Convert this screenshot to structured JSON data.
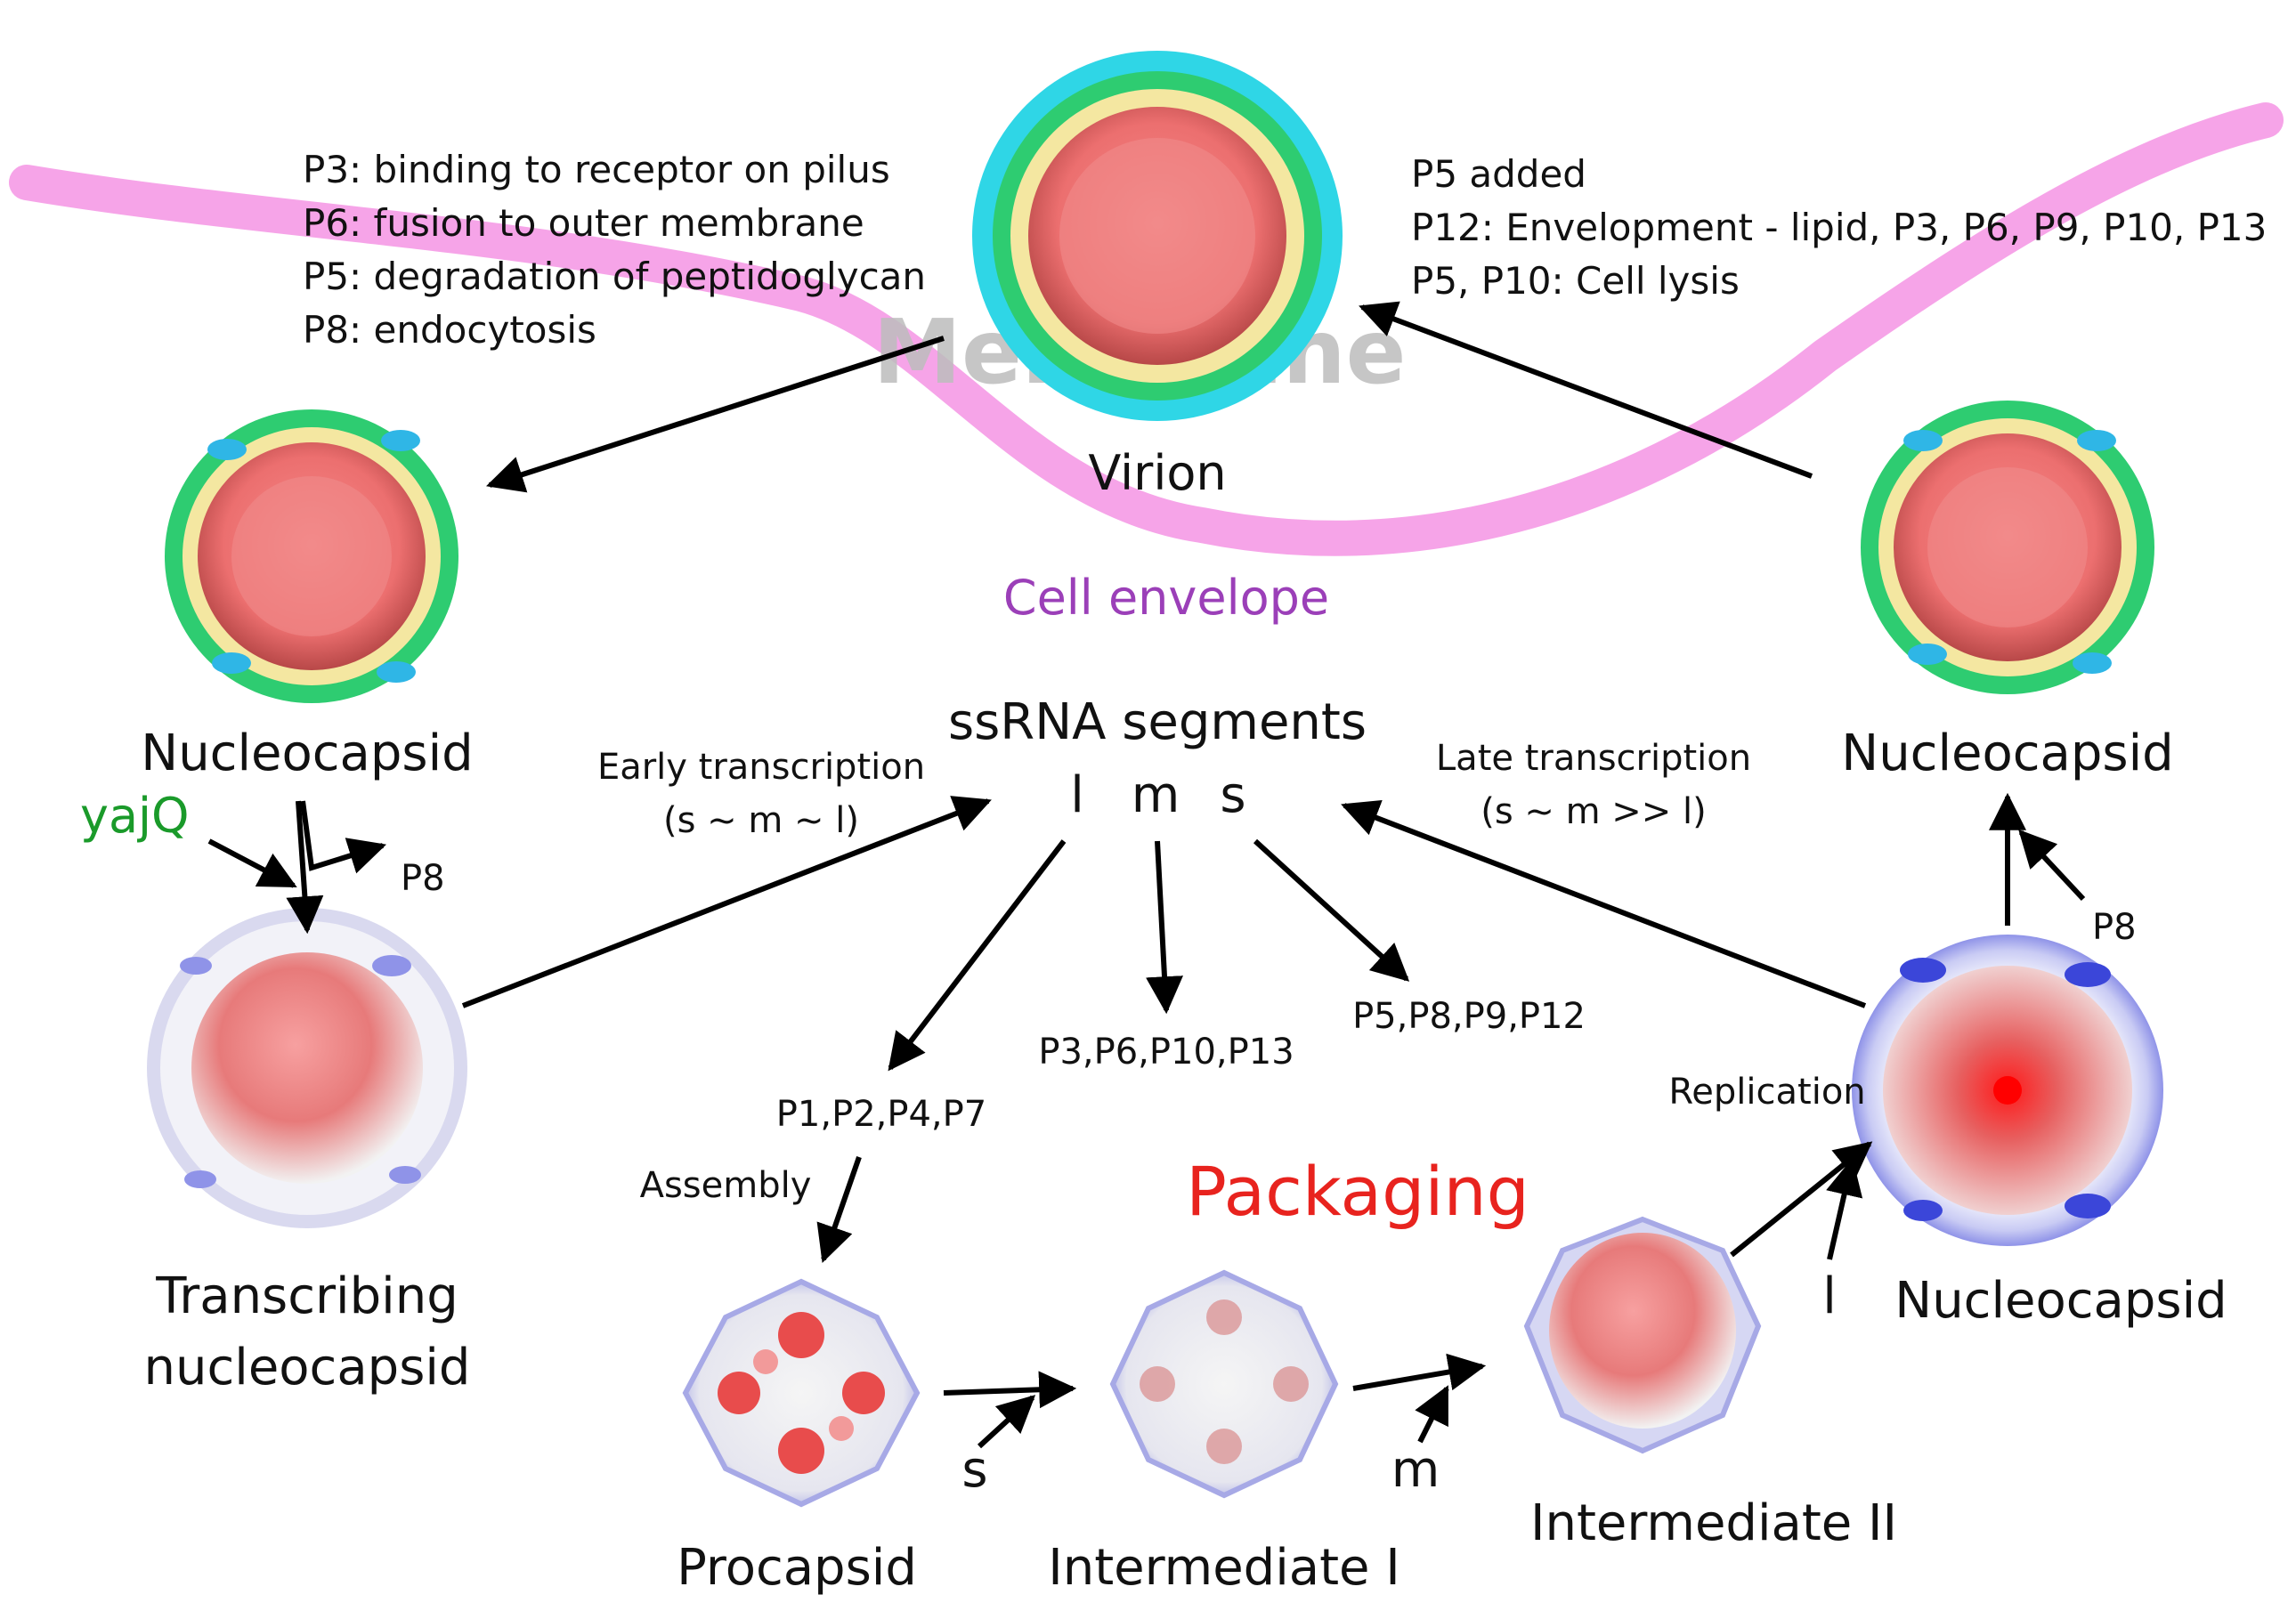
{
  "labels": {
    "virion": "Virion",
    "membrane_watermark": "Membrane",
    "cell_envelope": "Cell envelope",
    "nucleocapsid_left": "Nucleocapsid",
    "nucleocapsid_right": "Nucleocapsid",
    "nucleocapsid_bottom": "Nucleocapsid",
    "transcribing_1": "Transcribing",
    "transcribing_2": "nucleocapsid",
    "procapsid": "Procapsid",
    "intermediate_1": "Intermediate I",
    "intermediate_2": "Intermediate II",
    "ssrna_title": "ssRNA segments",
    "seg_l": "l",
    "seg_m": "m",
    "seg_s": "s",
    "packaging": "Packaging",
    "replication": "Replication",
    "assembly": "Assembly",
    "yajq": "yajQ",
    "p8_left": "P8",
    "p8_right": "P8",
    "packaging_s": "s",
    "packaging_m": "m",
    "packaging_l": "l"
  },
  "entry_notes": [
    "P3: binding to receptor on pilus",
    "P6: fusion to outer membrane",
    "P5: degradation of peptidoglycan",
    "P8: endocytosis"
  ],
  "exit_notes": [
    "P5 added",
    "P12: Envelopment - lipid, P3, P6, P9, P10, P13",
    "P5, P10: Cell lysis"
  ],
  "early_transcription": [
    "Early transcription",
    "(s ~ m ~ l)"
  ],
  "late_transcription": [
    "Late transcription",
    "(s ~ m >> l)"
  ],
  "proteins": {
    "l_products": "P1,P2,P4,P7",
    "m_products": "P3,P6,P10,P13",
    "s_products": "P5,P8,P9,P12"
  },
  "colors": {
    "membrane": "#f59ae6",
    "cell_envelope_text": "#9b3fb8",
    "yajq_text": "#1a9a2a",
    "packaging_text": "#e8231e",
    "virion_outer": "#2fd6e6",
    "green_shell": "#2ecc71",
    "yellow_shell": "#f4e7a1",
    "core_red": "#f28080",
    "blue_halo": "#8f93e8"
  }
}
